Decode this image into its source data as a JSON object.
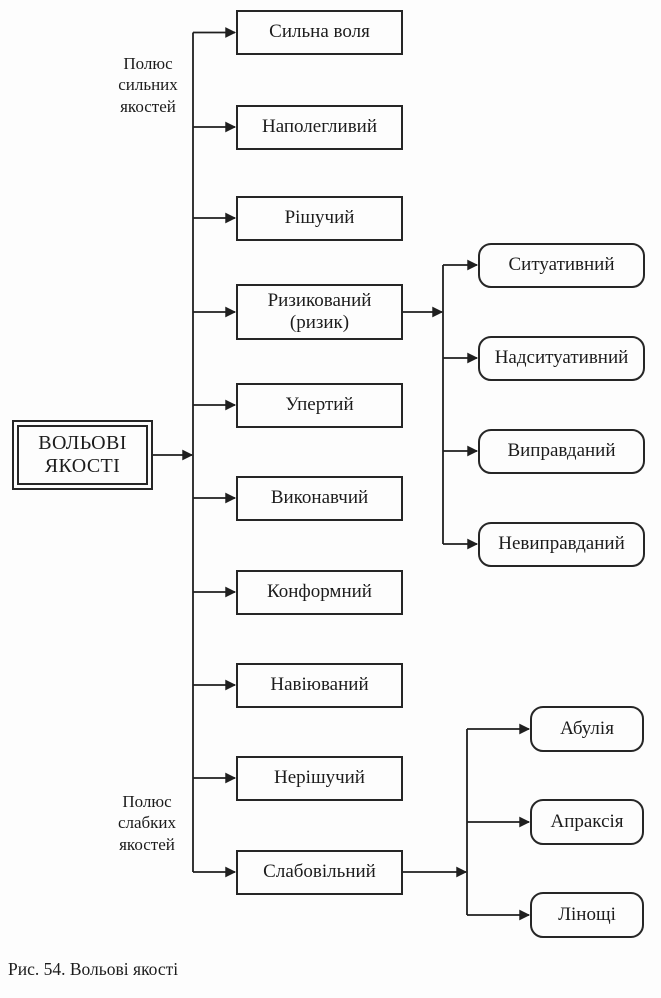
{
  "figure": {
    "root_label": "ВОЛЬОВІ ЯКОСТІ",
    "pole_strong_label": "Полюс сильних якостей",
    "pole_weak_label": "Полюс слабких якостей",
    "traits": [
      "Сильна воля",
      "Наполегливий",
      "Рішучий",
      "Ризикований (ризик)",
      "Упертий",
      "Виконавчий",
      "Конформний",
      "Навіюваний",
      "Нерішучий",
      "Слабовільний"
    ],
    "risk_types": [
      "Ситуативний",
      "Надситуативний",
      "Виправданий",
      "Невиправданий"
    ],
    "weak_manifestations": [
      "Абулія",
      "Апраксія",
      "Лінощі"
    ],
    "caption": "Рис. 54. Вольові якості",
    "line_color": "#1f1f1f"
  }
}
